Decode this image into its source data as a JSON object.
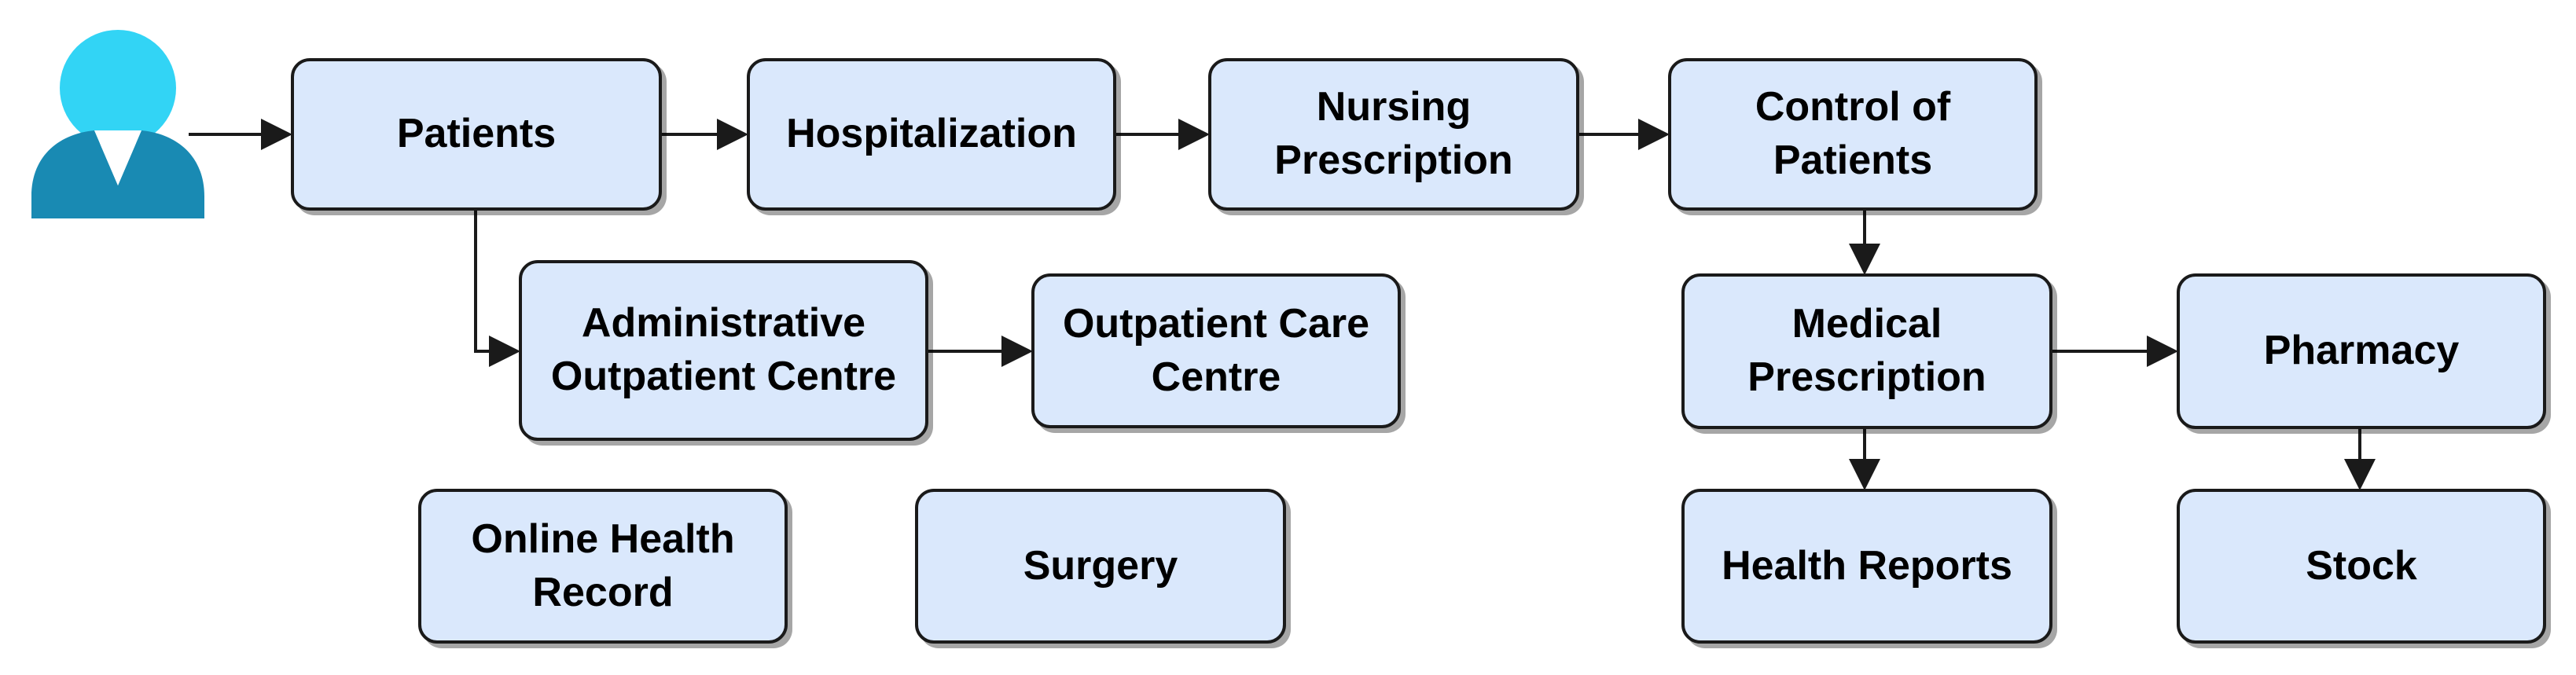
{
  "colors": {
    "node_fill": "#dae8fc",
    "node_border": "#1a1a1a",
    "connector": "#1a1a1a",
    "user_icon_light": "#32d4f5",
    "user_icon_dark": "#198ab3"
  },
  "actor": {
    "icon": "user-icon"
  },
  "nodes": {
    "patients": "Patients",
    "hospitalization": "Hospitalization",
    "nursing_prescription": "Nursing Prescription",
    "control_of_patients": "Control of Patients",
    "administrative_outpatient_centre": "Administrative Outpatient Centre",
    "outpatient_care_centre": "Outpatient Care Centre",
    "medical_prescription": "Medical Prescription",
    "pharmacy": "Pharmacy",
    "online_health_record": "Online Health Record",
    "surgery": "Surgery",
    "health_reports": "Health Reports",
    "stock": "Stock"
  }
}
